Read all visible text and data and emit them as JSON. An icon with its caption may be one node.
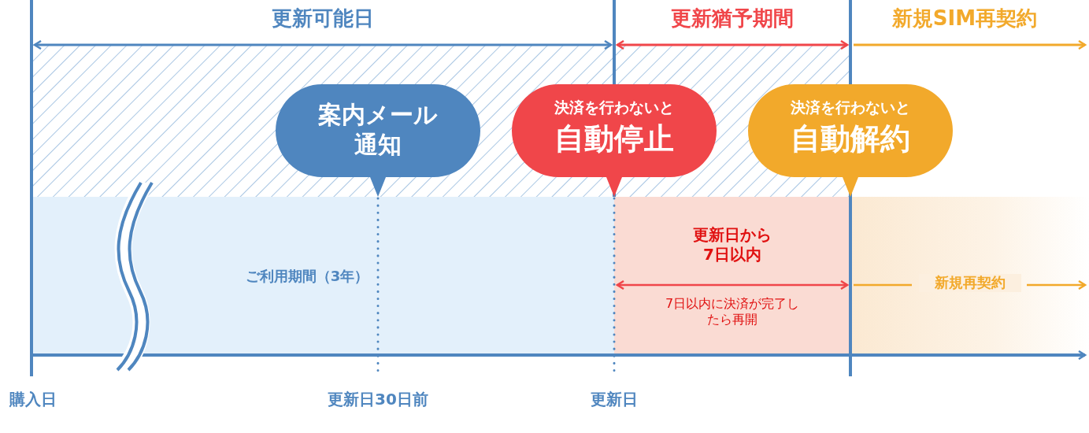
{
  "diagram": {
    "nodes": [
      {
        "text": [
          "案内メール通知"
        ]
      },
      {
        "text": [
          "決済を行わないと",
          "自動停止"
        ]
      },
      {
        "text": [
          "決済を行わないと",
          "自動解約"
        ]
      },
      {
        "text": [
          "ご利用期間（3年）"
        ]
      },
      {
        "text": [
          "更新日から7日以内",
          "7日以内に決済が完了したら再開"
        ]
      },
      {
        "text": [
          "新規再契約"
        ]
      }
    ],
    "labels": [
      "更新可能日",
      "更新猶予期間",
      "新規SIM再契約",
      "購入日",
      "更新日30日前",
      "更新日"
    ]
  }
}
